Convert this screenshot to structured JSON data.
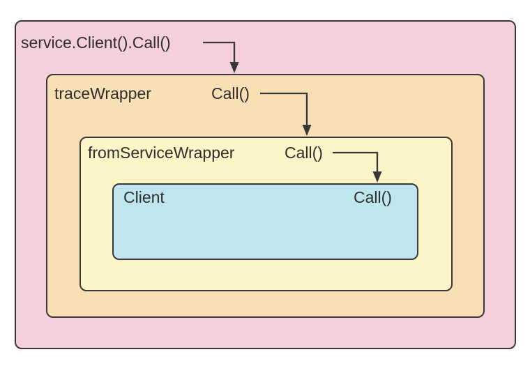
{
  "diagram": {
    "entry_label": "service.Client().Call()",
    "layers": [
      {
        "name": "traceWrapper",
        "method": "Call()"
      },
      {
        "name": "fromServiceWrapper",
        "method": "Call()"
      },
      {
        "name": "Client",
        "method": "Call()"
      }
    ],
    "colors": {
      "canvas_bg": "#ffffff",
      "outer_bg": "#F5CFD9",
      "trace_wrapper_bg": "#F8E0B4",
      "from_service_wrapper_bg": "#FCF5C7",
      "client_bg": "#BFE6EF",
      "stroke": "#383838",
      "text": "#2e2e2e"
    }
  }
}
